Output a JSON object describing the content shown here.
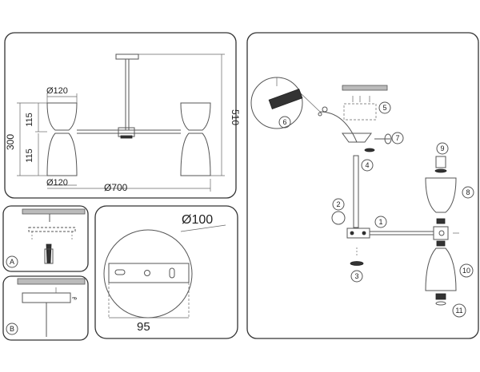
{
  "dimensions": {
    "shade_top_diameter": "Ø120",
    "shade_bottom_diameter": "Ø120",
    "span_width": "Ø700",
    "shade_upper_height": "115",
    "shade_lower_height": "115",
    "body_height": "300",
    "total_height": "510",
    "canopy_diameter": "Ø100",
    "plate_width": "95"
  },
  "steps": {
    "a": "A",
    "b": "B"
  },
  "callouts": [
    "1",
    "2",
    "3",
    "4",
    "5",
    "6",
    "7",
    "8",
    "9",
    "10",
    "11"
  ]
}
